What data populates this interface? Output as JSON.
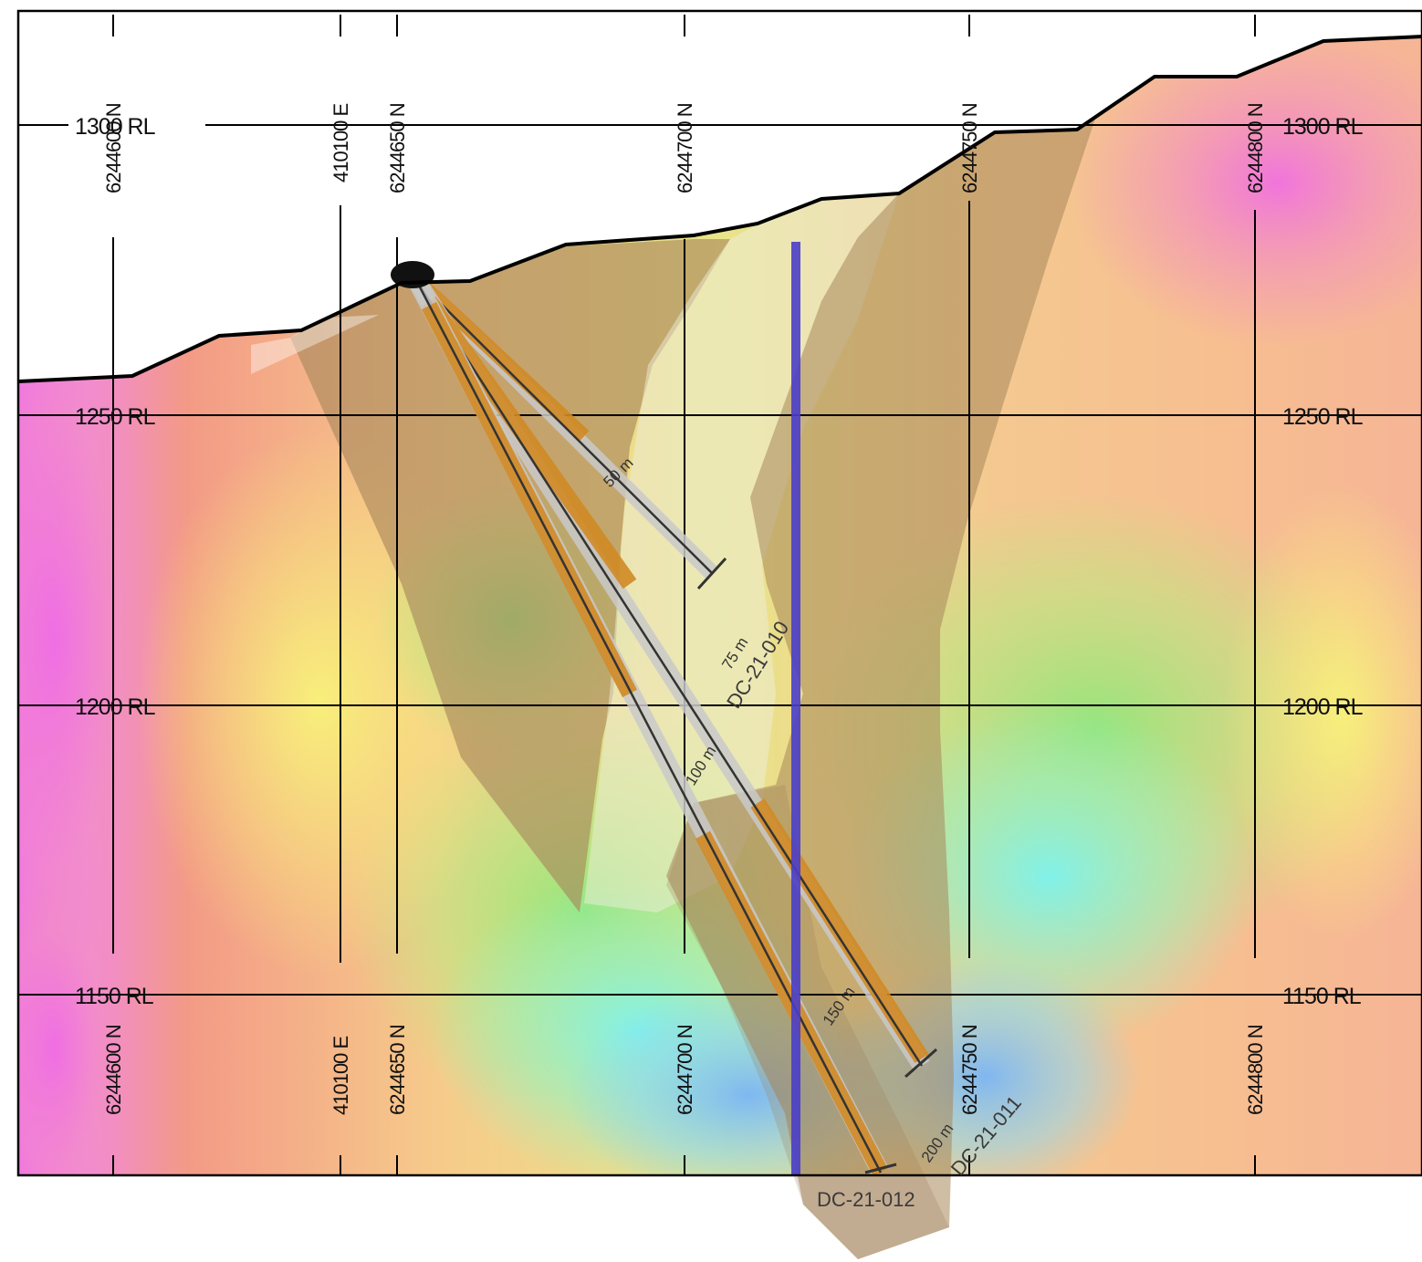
{
  "section": {
    "rl_labels": {
      "left": [
        "1300 RL",
        "1250 RL",
        "1200 RL",
        "1150 RL"
      ],
      "right": [
        "1300 RL",
        "1250 RL",
        "1200 RL",
        "1150 RL"
      ]
    },
    "top_grid_labels": [
      "6244600 N",
      "410100 E",
      "6244650 N",
      "6244700 N",
      "6244750 N",
      "6244800 N"
    ],
    "bottom_grid_labels": [
      "6244600 N",
      "410100 E",
      "6244650 N",
      "6244700 N",
      "6244750 N",
      "6244800 N"
    ],
    "drill_holes": [
      {
        "id": "DC-21-010",
        "label": "DC-21-010"
      },
      {
        "id": "DC-21-011",
        "label": "DC-21-011"
      },
      {
        "id": "DC-21-012",
        "label": "DC-21-012"
      }
    ],
    "intercept_labels": [
      "75 m",
      "50 m",
      "100 m",
      "150 m",
      "200 m"
    ],
    "colors": {
      "surface": "#000000",
      "grid": "#000000",
      "cover_tan": "#a8865a",
      "drill_trace_orange": "#d08a25",
      "drill_trace_grey": "#bdbdbd",
      "blue_hole": "#4a3ec8",
      "collar": "#111111"
    }
  }
}
